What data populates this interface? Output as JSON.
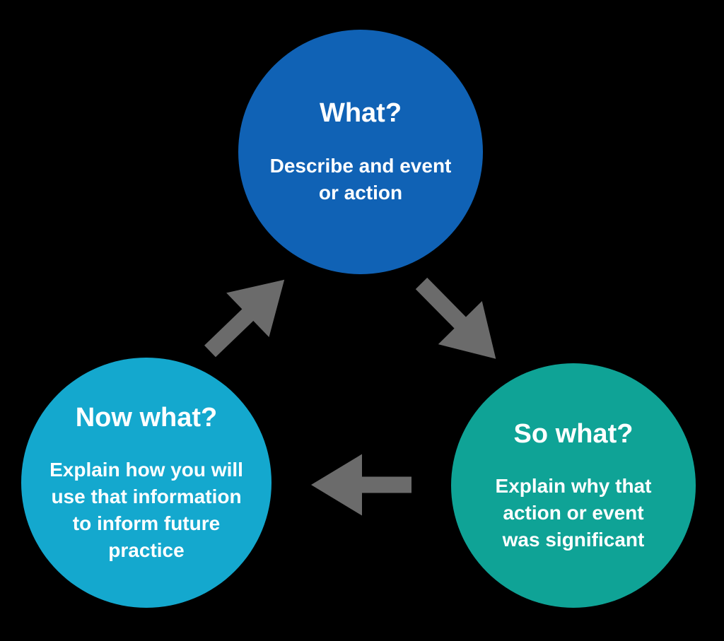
{
  "diagram": {
    "type": "cycle",
    "nodes": [
      {
        "id": "what",
        "heading": "What?",
        "body": "Describe and event\nor action",
        "color": "#1062b5"
      },
      {
        "id": "so-what",
        "heading": "So what?",
        "body": "Explain why that\naction or event\nwas significant",
        "color": "#0fa396"
      },
      {
        "id": "now-what",
        "heading": "Now what?",
        "body": "Explain how you will\nuse that information\nto inform future\npractice",
        "color": "#14a8ce"
      }
    ],
    "arrows": [
      {
        "from": "what",
        "to": "so-what"
      },
      {
        "from": "so-what",
        "to": "now-what"
      },
      {
        "from": "now-what",
        "to": "what"
      }
    ]
  },
  "colors": {
    "background": "#000000",
    "text": "#ffffff",
    "node-what": "#1062b5",
    "node-so-what": "#0fa396",
    "node-now-what": "#14a8ce",
    "arrow": "#6b6b6b"
  }
}
